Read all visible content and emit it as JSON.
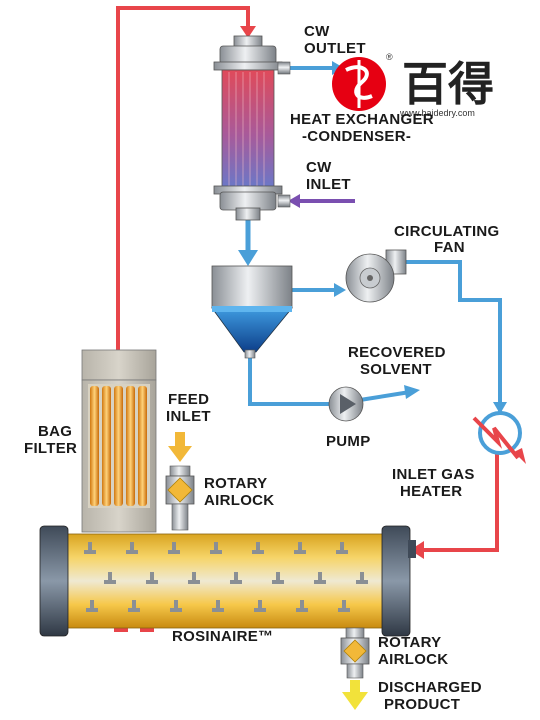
{
  "labels": {
    "cw_outlet_1": "CW",
    "cw_outlet_2": "OUTLET",
    "heat_exchanger_1": "HEAT EXCHANGER",
    "heat_exchanger_2": "-CONDENSER-",
    "cw_inlet_1": "CW",
    "cw_inlet_2": "INLET",
    "circulating_fan_1": "CIRCULATING",
    "circulating_fan_2": "FAN",
    "recovered_solvent_1": "RECOVERED",
    "recovered_solvent_2": "SOLVENT",
    "pump": "PUMP",
    "bag_filter_1": "BAG",
    "bag_filter_2": "FILTER",
    "feed_inlet_1": "FEED",
    "feed_inlet_2": "INLET",
    "rotary_airlock_top_1": "ROTARY",
    "rotary_airlock_top_2": "AIRLOCK",
    "inlet_gas_heater_1": "INLET GAS",
    "inlet_gas_heater_2": "HEATER",
    "rosinaire": "ROSINAIRE™",
    "rotary_airlock_bottom_1": "ROTARY",
    "rotary_airlock_bottom_2": "AIRLOCK",
    "discharged_product_1": "DISCHARGED",
    "discharged_product_2": "PRODUCT"
  },
  "watermark": {
    "brand_chinese": "百得",
    "registered_mark": "®",
    "url": "www.baidedry.com"
  },
  "colors": {
    "gas_line_red": "#e8454a",
    "solvent_blue": "#4a9fd8",
    "cw_inlet_purple": "#7a4fb0",
    "feed_yellow": "#f2b838",
    "brand_red": "#e60012"
  }
}
